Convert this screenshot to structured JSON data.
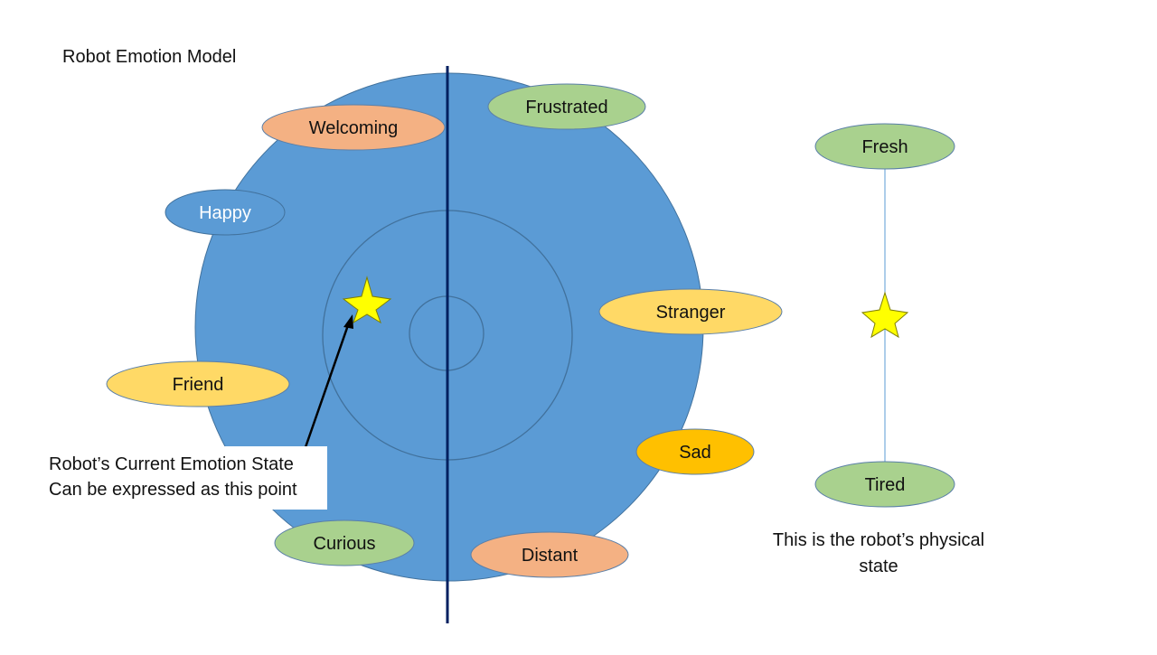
{
  "title": "Robot Emotion Model",
  "annotation": {
    "line1": "Robot’s Current Emotion State",
    "line2": "Can be expressed as this point"
  },
  "physical_caption": {
    "line1": "This is the robot’s physical",
    "line2": "state"
  },
  "emotions": [
    {
      "key": "welcoming",
      "label": "Welcoming",
      "fill": "#f4b183",
      "text": "#111111"
    },
    {
      "key": "frustrated",
      "label": "Frustrated",
      "fill": "#a9d18e",
      "text": "#111111"
    },
    {
      "key": "happy",
      "label": "Happy",
      "fill": "#5b9bd5",
      "text": "#ffffff"
    },
    {
      "key": "stranger",
      "label": "Stranger",
      "fill": "#ffd966",
      "text": "#111111"
    },
    {
      "key": "friend",
      "label": "Friend",
      "fill": "#ffd966",
      "text": "#111111"
    },
    {
      "key": "sad",
      "label": "Sad",
      "fill": "#ffc000",
      "text": "#111111"
    },
    {
      "key": "curious",
      "label": "Curious",
      "fill": "#a9d18e",
      "text": "#111111"
    },
    {
      "key": "distant",
      "label": "Distant",
      "fill": "#f4b183",
      "text": "#111111"
    }
  ],
  "physical_states": {
    "top": {
      "label": "Fresh",
      "fill": "#a9d18e"
    },
    "bottom": {
      "label": "Tired",
      "fill": "#a9d18e"
    }
  },
  "colors": {
    "disc": "#5b9bd5",
    "disc_stroke": "#41719c",
    "axis": "#002060",
    "star": "#ffff00",
    "star_stroke": "#7f7f00"
  }
}
